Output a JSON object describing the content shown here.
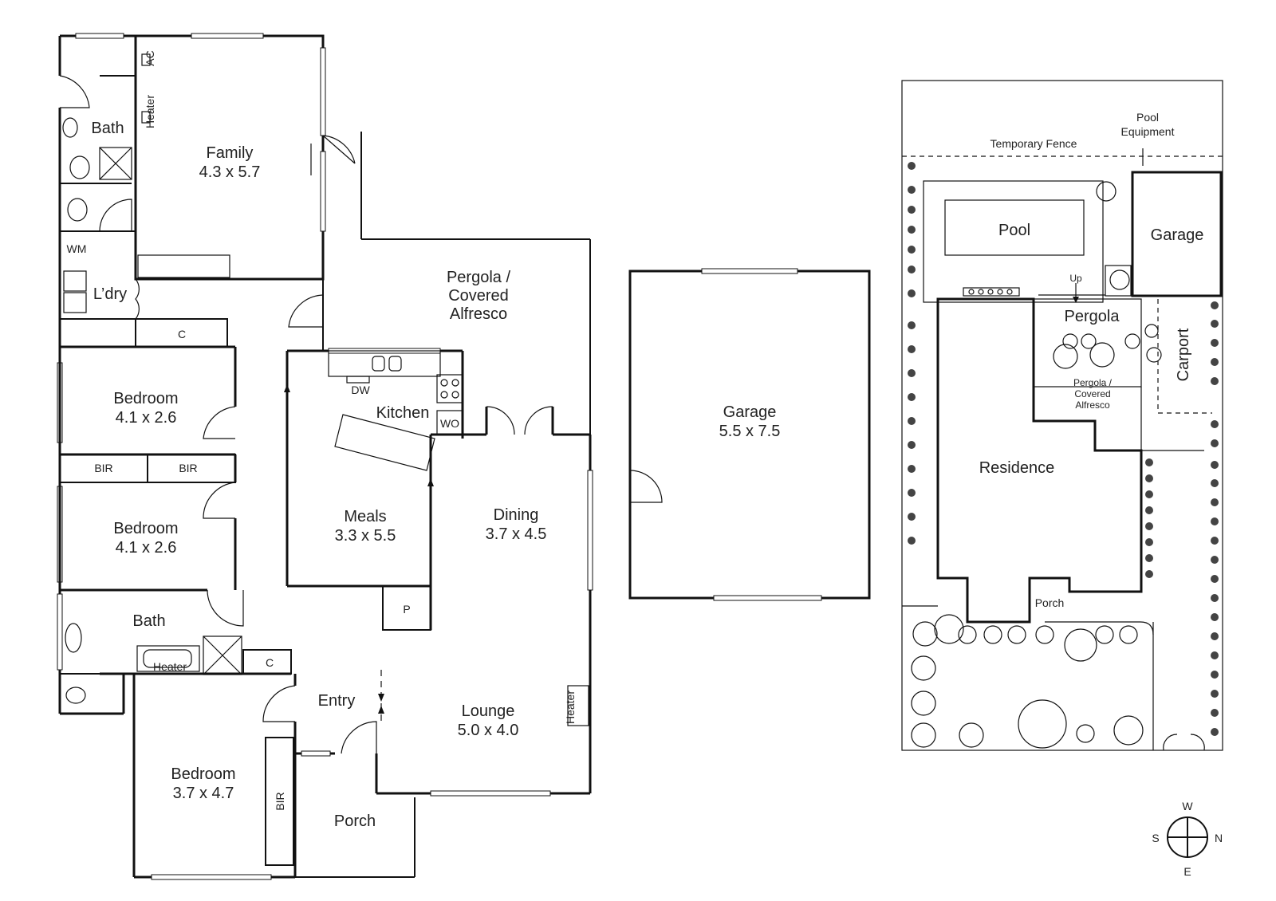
{
  "floor_plan": {
    "rooms": {
      "family": {
        "name": "Family",
        "dims": "4.3 x 5.7"
      },
      "bath1": {
        "name": "Bath"
      },
      "laundry": {
        "name": "L’dry"
      },
      "bedroom1": {
        "name": "Bedroom",
        "dims": "4.1 x 2.6"
      },
      "bedroom2": {
        "name": "Bedroom",
        "dims": "4.1 x 2.6"
      },
      "bath2": {
        "name": "Bath"
      },
      "bedroom3": {
        "name": "Bedroom",
        "dims": "3.7 x 4.7"
      },
      "pergola": {
        "line1": "Pergola /",
        "line2": "Covered",
        "line3": "Alfresco"
      },
      "kitchen": {
        "name": "Kitchen"
      },
      "meals": {
        "name": "Meals",
        "dims": "3.3 x 5.5"
      },
      "dining": {
        "name": "Dining",
        "dims": "3.7 x 4.5"
      },
      "entry": {
        "name": "Entry"
      },
      "lounge": {
        "name": "Lounge",
        "dims": "5.0 x 4.0"
      },
      "porch": {
        "name": "Porch"
      },
      "garage": {
        "name": "Garage",
        "dims": "5.5 x 7.5"
      }
    },
    "fixtures": {
      "ac": "AC",
      "heater_family": "Heater",
      "wm": "WM",
      "cupboard1": "C",
      "bir1": "BIR",
      "bir2": "BIR",
      "heater_bath": "Heater",
      "cupboard2": "C",
      "bir3": "BIR",
      "dw": "DW",
      "wo": "WO",
      "pantry": "P",
      "heater_lounge": "Heater"
    }
  },
  "site_plan": {
    "temporary_fence": "Temporary Fence",
    "pool_equipment_line1": "Pool",
    "pool_equipment_line2": "Equipment",
    "pool": "Pool",
    "garage": "Garage",
    "up": "Up",
    "pergola": "Pergola",
    "carport": "Carport",
    "alfresco_line1": "Pergola /",
    "alfresco_line2": "Covered",
    "alfresco_line3": "Alfresco",
    "residence": "Residence",
    "porch": "Porch"
  },
  "compass": {
    "w": "W",
    "s": "S",
    "n": "N",
    "e": "E"
  }
}
